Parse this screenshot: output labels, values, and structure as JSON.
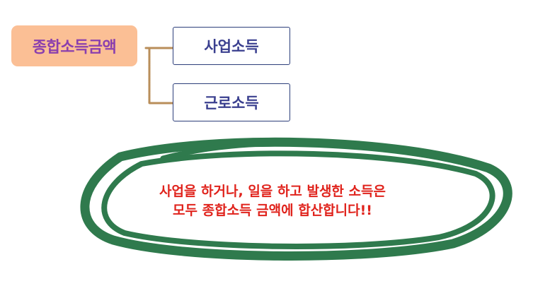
{
  "diagram": {
    "root": {
      "label": "종합소득금액"
    },
    "children": [
      {
        "label": "사업소득"
      },
      {
        "label": "근로소득"
      }
    ],
    "note": {
      "line1": "사업을 하거나, 일을 하고 발생한 소득은",
      "line2": "모두 종합소득 금액에 합산합니다!!"
    }
  },
  "colors": {
    "root_fill": "#fbbf95",
    "root_text": "#8a3fae",
    "child_border": "#2c3e7a",
    "child_text": "#3a3f8f",
    "connector": "#b98e5a",
    "ellipse_stroke": "#2f7a4d",
    "note_text": "#e0231c"
  }
}
